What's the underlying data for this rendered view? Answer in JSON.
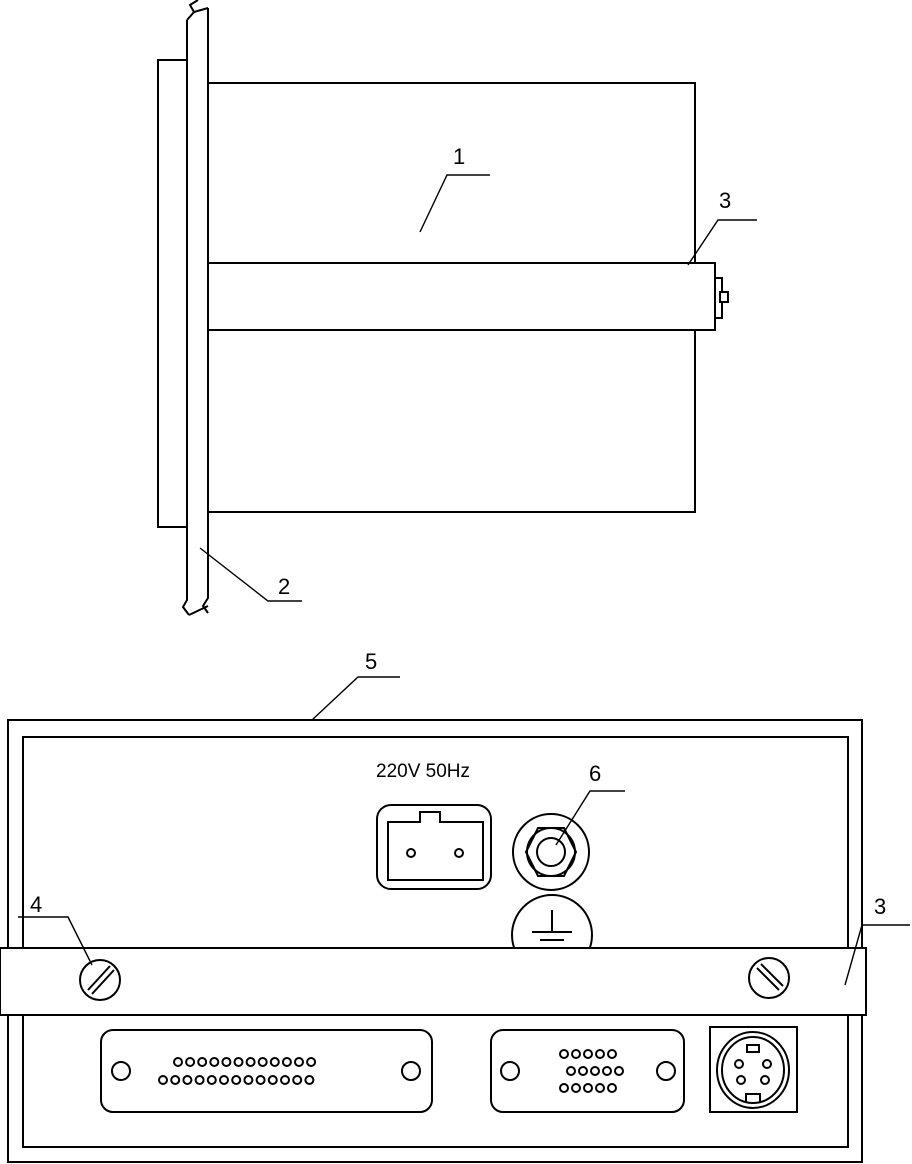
{
  "labels": {
    "body": "1",
    "panel": "2",
    "bar_side": "3",
    "bar_rear": "3",
    "screw": "4",
    "rear_panel": "5",
    "coax_connector": "6"
  },
  "power_rating": "220V 50Hz",
  "connectors": {
    "db25_top_pins": 12,
    "db25_bottom_pins": 13,
    "vga_rows": [
      5,
      5,
      5
    ],
    "mini_din_pins": 4
  }
}
